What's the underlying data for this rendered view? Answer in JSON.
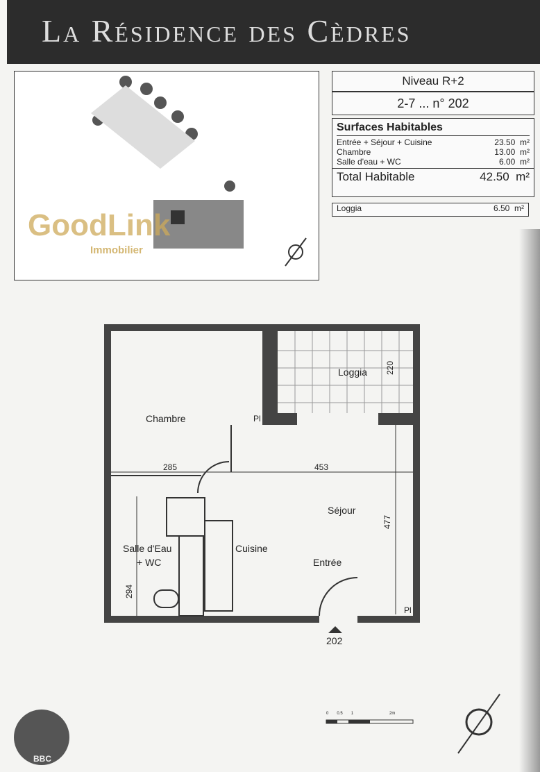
{
  "header": {
    "title": "La Résidence des Cèdres"
  },
  "watermark": {
    "brand": "GoodLink",
    "sub": "Immobilier"
  },
  "info": {
    "level": "Niveau R+2",
    "lot": "2-7 ... n° 202"
  },
  "surfaces": {
    "heading": "Surfaces Habitables",
    "rows": [
      {
        "label": "Entrée + Séjour + Cuisine",
        "value": "23.50",
        "unit": "m²"
      },
      {
        "label": "Chambre",
        "value": "13.00",
        "unit": "m²"
      },
      {
        "label": "Salle d'eau + WC",
        "value": "6.00",
        "unit": "m²"
      }
    ],
    "total": {
      "label": "Total Habitable",
      "value": "42.50",
      "unit": "m²"
    },
    "loggia": {
      "label": "Loggia",
      "value": "6.50",
      "unit": "m²"
    }
  },
  "plan": {
    "rooms": {
      "chambre": "Chambre",
      "loggia": "Loggia",
      "sejour": "Séjour",
      "entree": "Entrée",
      "cuisine": "Cuisine",
      "sdb1": "Salle d'Eau",
      "sdb2": "+ WC",
      "pl1": "Pl",
      "pl2": "Pl"
    },
    "dims": {
      "d285": "285",
      "d453": "453",
      "d477": "477",
      "d294": "294",
      "d220": "220"
    },
    "unit_number": "202"
  },
  "scale": {
    "labels": [
      "0",
      "0.5",
      "1",
      "2m"
    ]
  },
  "badge": {
    "label": "BBC"
  }
}
